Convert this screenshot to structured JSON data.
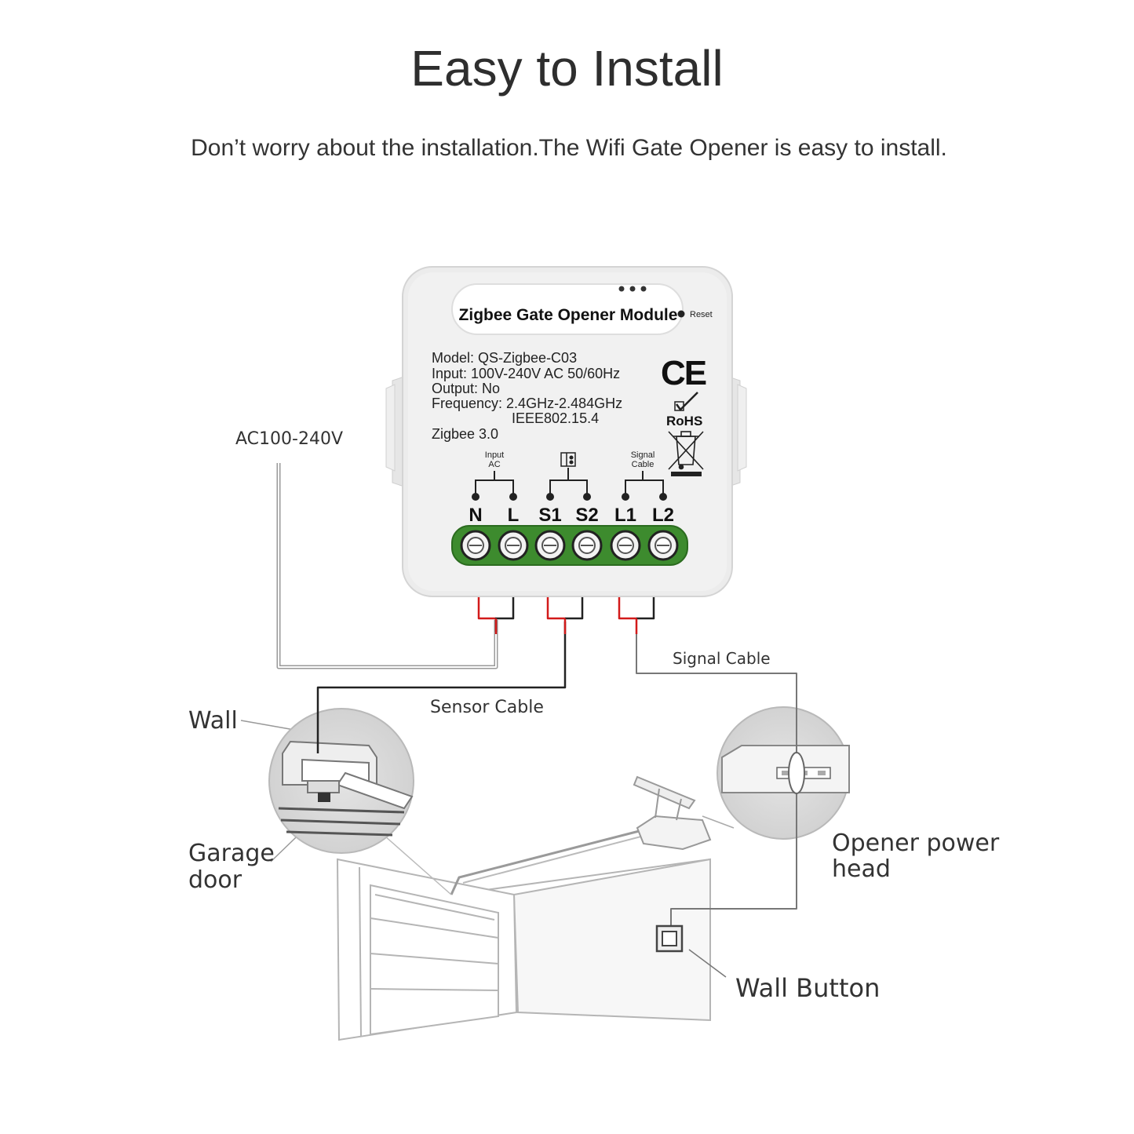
{
  "header": {
    "title": "Easy to Install",
    "subtitle": "Don’t worry about the installation.The Wifi Gate Opener is easy to install."
  },
  "module": {
    "name": "Zigbee Gate Opener Module",
    "reset_label": "Reset",
    "specs": {
      "model": "Model: QS-Zigbee-C03",
      "input": "Input: 100V-240V AC 50/60Hz",
      "output": "Output: No",
      "frequency": "Frequency: 2.4GHz-2.484GHz",
      "standard": "IEEE802.15.4",
      "protocol": "Zigbee 3.0"
    },
    "ce_mark": "CE",
    "rohs_mark": "RoHS",
    "group_labels": {
      "input_ac_line1": "Input",
      "input_ac_line2": "AC",
      "signal_cable_line1": "Signal",
      "signal_cable_line2": "Cable"
    },
    "terminals": [
      "N",
      "L",
      "S1",
      "S2",
      "L1",
      "L2"
    ],
    "terminal_block_color": "#3d8b2e"
  },
  "labels": {
    "ac_voltage": "AC100-240V",
    "signal_cable": "Signal Cable",
    "sensor_cable": "Sensor Cable",
    "wall": "Wall",
    "garage_door_line1": "Garage",
    "garage_door_line2": "door",
    "opener_power_head_line1": "Opener power",
    "opener_power_head_line2": "head",
    "wall_button": "Wall Button"
  },
  "colors": {
    "wire_red": "#d21a1a",
    "wire_black": "#222222",
    "line_gray": "#9a9a9a"
  }
}
